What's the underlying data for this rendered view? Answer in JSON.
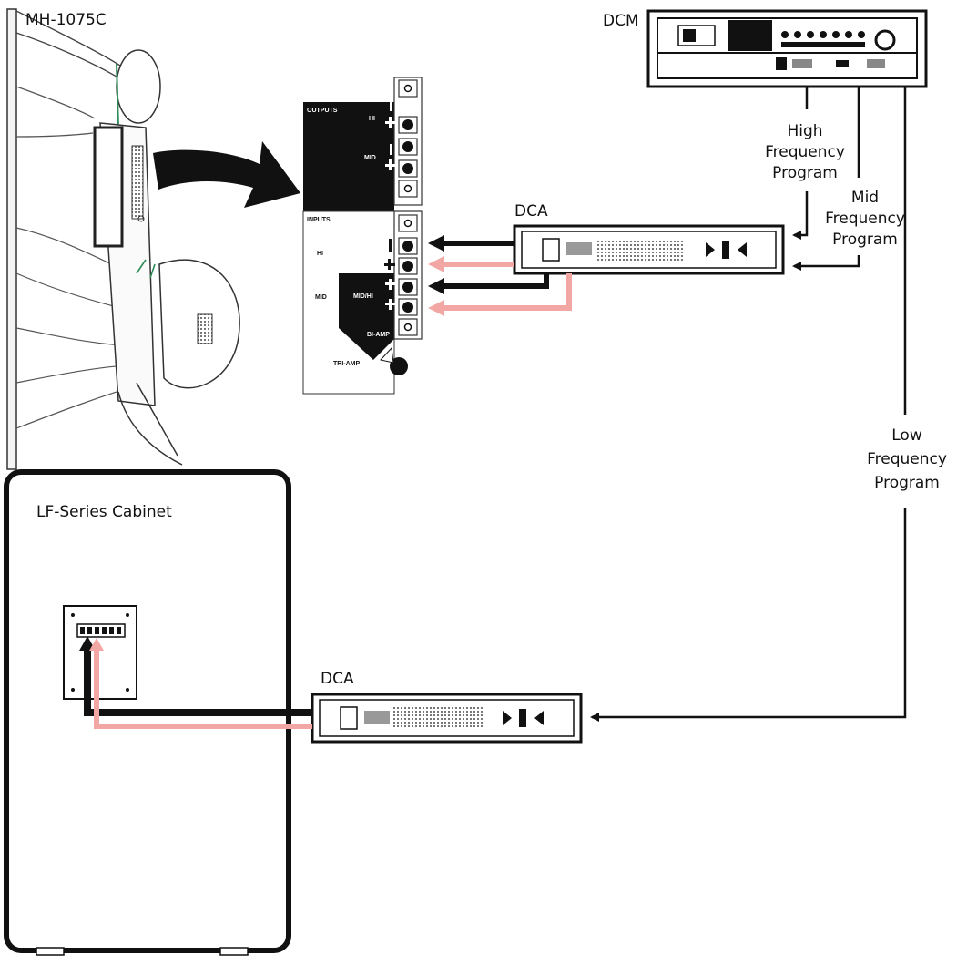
{
  "labels": {
    "horn_model": "MH-1075C",
    "processor": "DCM",
    "amp_top": "DCA",
    "amp_bottom": "DCA",
    "lf_cabinet": "LF-Series Cabinet",
    "high_program": [
      "High",
      "Frequency",
      "Program"
    ],
    "mid_program": [
      "Mid",
      "Frequency",
      "Program"
    ],
    "low_program": [
      "Low",
      "Frequency",
      "Program"
    ]
  },
  "terminal_panel": {
    "outputs": "OUTPUTS",
    "inputs": "INPUTS",
    "hi": "HI",
    "mid": "MID",
    "mid_hi": "MID/HI",
    "bi_amp": "BI-AMP",
    "tri_amp": "TRI-AMP"
  },
  "colors": {
    "negative_wire": "#111111",
    "positive_wire": "#f2a7a4",
    "signal_line": "#111111"
  }
}
